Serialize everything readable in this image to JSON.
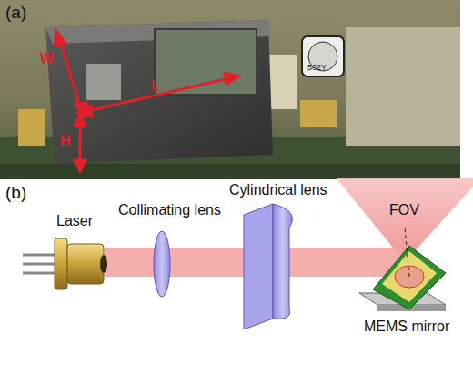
{
  "diagram": {
    "labels": [
      "(a)",
      "W",
      "L",
      "H",
      "502Y",
      "(b)",
      "Laser",
      "Collimating lens",
      "Cylindrical lens",
      "FOV",
      "MEMS mirror"
    ]
  }
}
